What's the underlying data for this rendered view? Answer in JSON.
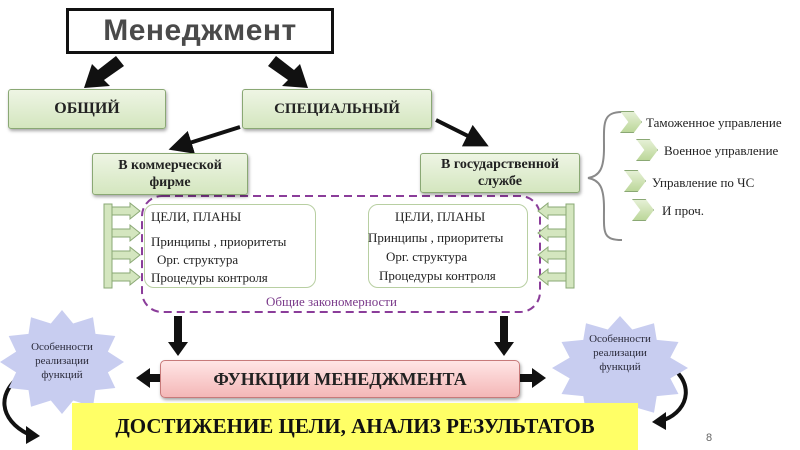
{
  "title": "Менеджмент",
  "level1": {
    "general": "ОБЩИЙ",
    "special": "СПЕЦИАЛЬНЫЙ"
  },
  "level2": {
    "commercial": "В коммерческой фирме",
    "state": "В государственной службе"
  },
  "left_panel": {
    "items": [
      "ЦЕЛИ, ПЛАНЫ",
      "Принципы , приоритеты",
      "Орг. структура",
      "Процедуры контроля"
    ]
  },
  "right_panel": {
    "items": [
      "ЦЕЛИ, ПЛАНЫ",
      "Принципы , приоритеты",
      "Орг. структура",
      "Процедуры контроля"
    ]
  },
  "common_patterns": "Общие закономерности",
  "state_kinds": [
    "Таможенное управление",
    "Военное управление",
    "Управление по ЧС",
    "И проч."
  ],
  "left_star": "Особенности реализации функций",
  "right_star": "Особенности реализации функций",
  "functions": "ФУНКЦИИ МЕНЕДЖМЕНТА",
  "achievement": "ДОСТИЖЕНИЕ ЦЕЛИ, АНАЛИЗ РЕЗУЛЬТАТОВ",
  "page_number": "8",
  "colors": {
    "green_box": "#d4e6bf",
    "pink_box": "#f4b7b7",
    "yellow_bar": "#ffff66",
    "starburst": "#c8cdf0",
    "dashed_border": "#8b3d9a"
  }
}
